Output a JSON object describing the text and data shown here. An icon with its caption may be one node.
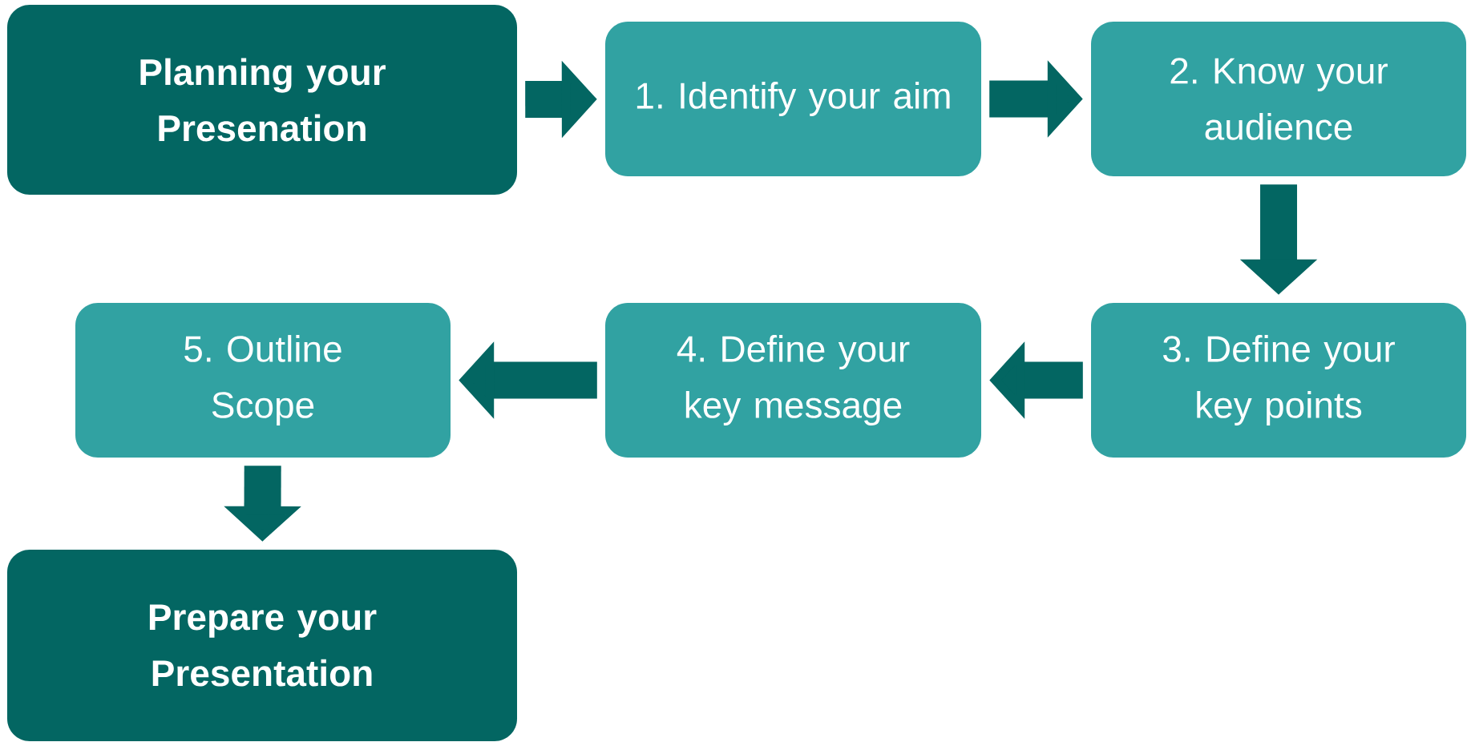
{
  "diagram": {
    "nodes": [
      {
        "text": [
          "Planning your Presenation"
        ]
      },
      {
        "text": [
          "1. Identify your aim"
        ]
      },
      {
        "text": [
          "2. Know your audience"
        ]
      },
      {
        "text": [
          "3. Define your key points"
        ]
      },
      {
        "text": [
          "4. Define your key message"
        ]
      },
      {
        "text": [
          "5. Outline Scope"
        ]
      },
      {
        "text": [
          "Prepare your Presentation"
        ]
      }
    ],
    "edges": [
      {
        "from": 0,
        "to": 1,
        "arrow": "to"
      },
      {
        "from": 1,
        "to": 2,
        "arrow": "to"
      },
      {
        "from": 2,
        "to": 3,
        "arrow": "to"
      },
      {
        "from": 3,
        "to": 4,
        "arrow": "to"
      },
      {
        "from": 4,
        "to": 5,
        "arrow": "to"
      },
      {
        "from": 5,
        "to": 6,
        "arrow": "to"
      }
    ]
  }
}
